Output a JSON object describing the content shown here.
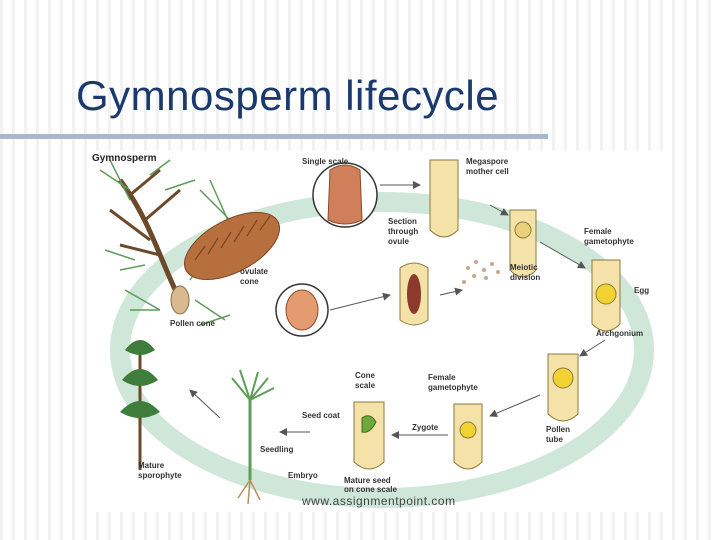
{
  "slide": {
    "title": "Gymnosperm lifecycle",
    "colors": {
      "title": "#1a3a6e",
      "rule": "#a9b7cc",
      "cycle_ring": "#cfe7d8"
    }
  },
  "diagram": {
    "heading": "Gymnosperm",
    "labels": {
      "single_scale": "Single scale",
      "megaspore_1": "Megaspore",
      "megaspore_2": "mother cell",
      "section_1": "Section",
      "section_2": "through",
      "section_3": "ovule",
      "ovulate_1": "ovulate",
      "ovulate_2": "cone",
      "meiotic_1": "Meiotic",
      "meiotic_2": "division",
      "female_gam_1": "Female",
      "female_gam_2": "gametophyte",
      "egg": "Egg",
      "archegonium": "Archgonium",
      "pollen_cone": "Pollen cone",
      "cone_scale_1": "Cone",
      "cone_scale_2": "scale",
      "female_gam2_1": "Female",
      "female_gam2_2": "gametophyte",
      "seed_coat": "Seed coat",
      "zygote": "Zygote",
      "pollen_tube_1": "Pollen",
      "pollen_tube_2": "tube",
      "seedling": "Seedling",
      "embryo": "Embryo",
      "mature_seed_1": "Mature seed",
      "mature_seed_2": "on cone scale",
      "mature_sporo_1": "Mature",
      "mature_sporo_2": "sporophyte"
    },
    "watermark": "www.assignmentpoint.com"
  }
}
